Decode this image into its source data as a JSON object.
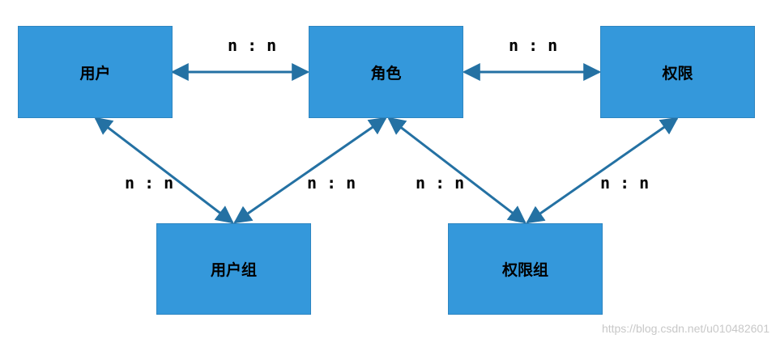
{
  "nodes": {
    "user": "用户",
    "role": "角色",
    "permission": "权限",
    "user_group": "用户组",
    "permission_group": "权限组"
  },
  "relations": {
    "user_role": "n : n",
    "role_permission": "n : n",
    "user_usergroup": "n : n",
    "role_usergroup": "n : n",
    "role_permissiongroup": "n : n",
    "permission_permissiongroup": "n : n"
  },
  "colors": {
    "node_fill": "#3498db",
    "edge": "#2471a3"
  },
  "watermark": "https://blog.csdn.net/u010482601"
}
